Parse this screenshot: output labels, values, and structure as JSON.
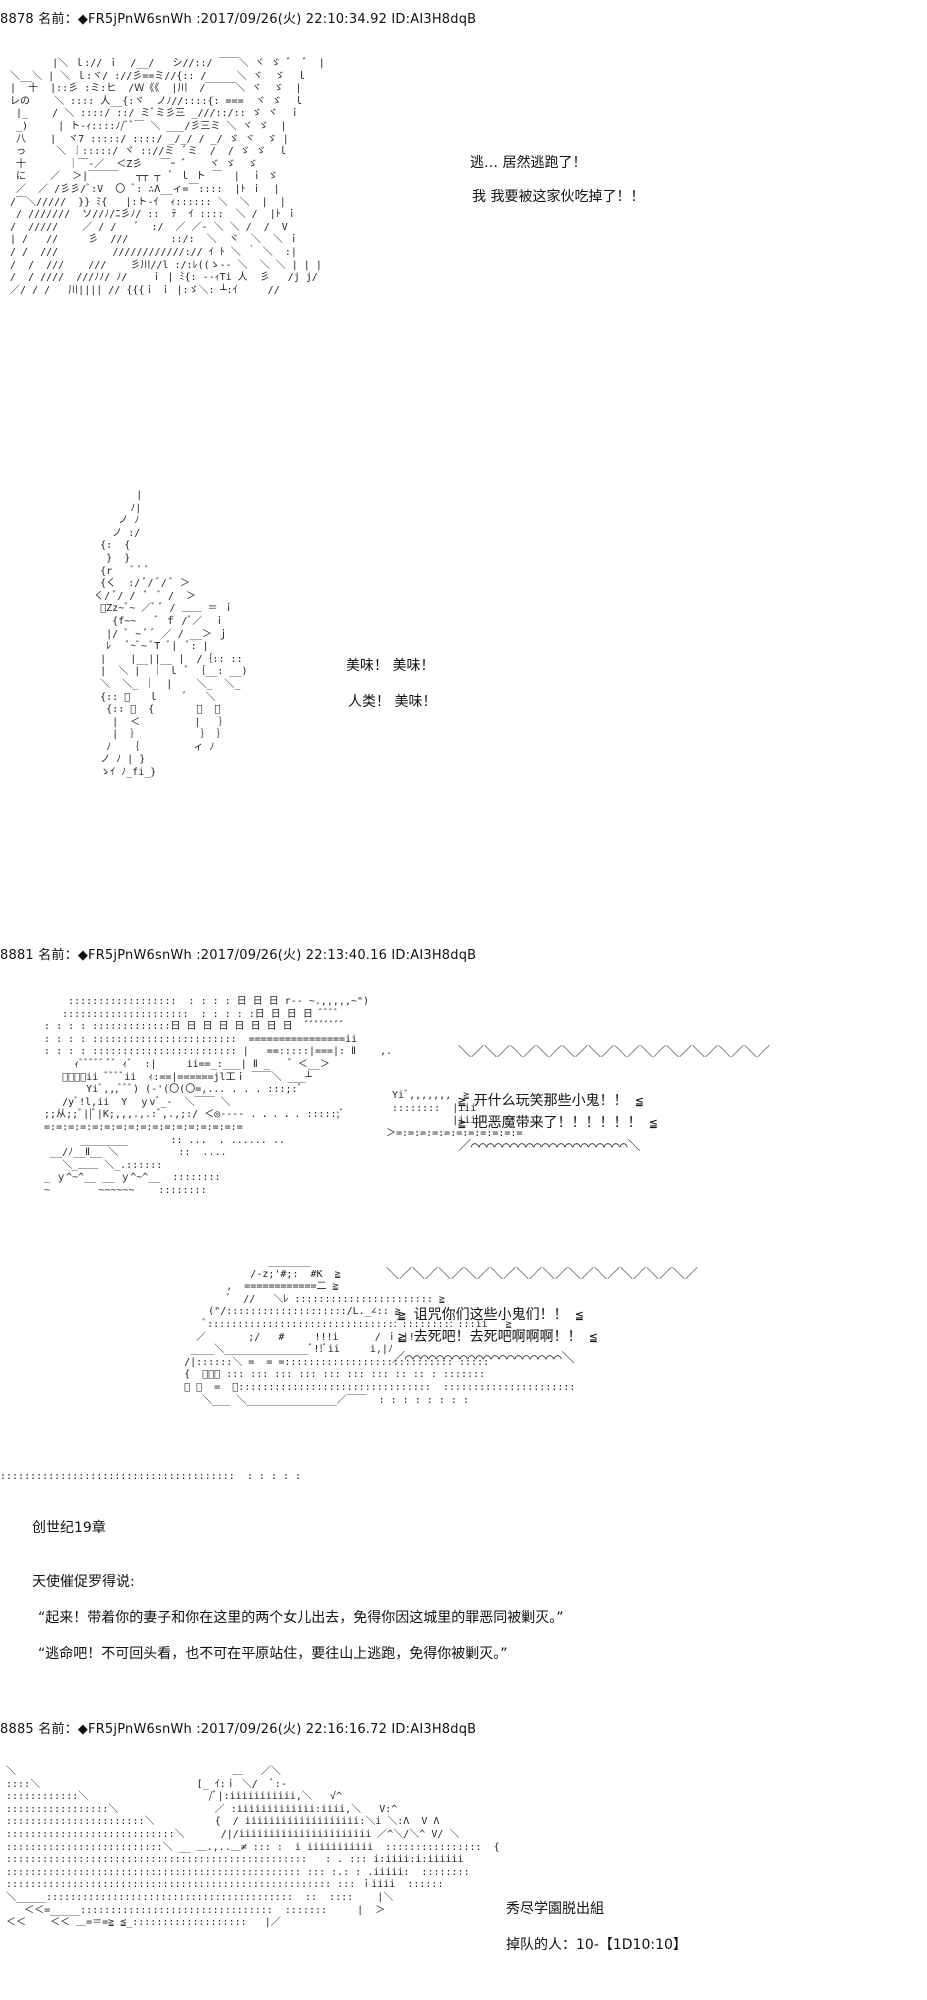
{
  "posts": [
    {
      "header": "8878 名前：◆FR5jPnW6snWh :2017/09/26(火) 22:10:34.92 ID:AI3H8dqB",
      "lines": [
        "逃… 居然逃跑了！",
        "我 我要被这家伙吃掉了！！"
      ],
      "lines2": [
        "美味！ 美味！",
        "人类！ 美味！"
      ]
    },
    {
      "header": "8881 名前：◆FR5jPnW6snWh :2017/09/26(火) 22:13:40.16 ID:AI3H8dqB",
      "bubble1": [
        "开什么玩笑那些小鬼！！",
        "把恶魔带来了！！！！！！"
      ],
      "bubble2": [
        "诅咒你们这些小鬼们！！",
        "去死吧！去死吧啊啊啊！！"
      ],
      "chapter": "创世纪19章",
      "narration": "天使催促罗得说:",
      "quote1": "“起来！带着你的妻子和你在这里的两个女儿出去，免得你因这城里的罪恶同被剿灭。”",
      "quote2": "“逃命吧！不可回头看，也不可在平原站住，要往山上逃跑，免得你被剿灭。”"
    },
    {
      "header": "8885 名前：◆FR5jPnW6snWh :2017/09/26(火) 22:16:16.72 ID:AI3H8dqB",
      "lines": [
        "秀尽学園脱出組",
        "掉队的人：10-【1D10:10】"
      ]
    }
  ]
}
